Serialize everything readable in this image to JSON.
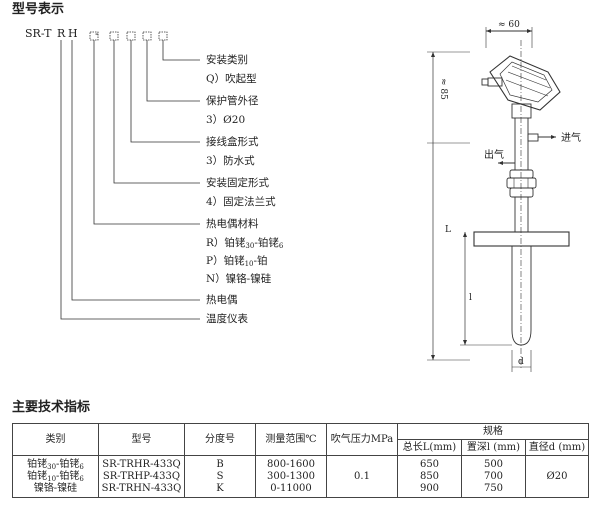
{
  "headings": {
    "model": "型号表示",
    "spec": "主要技术指标"
  },
  "code": {
    "prefix": "SR-T",
    "r": "R",
    "h": "H",
    "dash": "-"
  },
  "legend": {
    "install_type": "安装类别",
    "install_type_q": "Q）吹起型",
    "tube_od": "保护管外径",
    "tube_od_val": "3）Ø20",
    "box_form": "接线盒形式",
    "box_form_val": "3）防水式",
    "mount_form": "安装固定形式",
    "mount_form_val": "4）固定法兰式",
    "material": "热电偶材料",
    "mat_r": "R）铂铑",
    "mat_r_s1": "30",
    "mat_r_m": "-铂铑",
    "mat_r_s2": "6",
    "mat_p": "P）铂铑",
    "mat_p_s1": "10",
    "mat_p_m": "-铂",
    "mat_n": "N）镍铬-镍硅",
    "thermocouple": "热电偶",
    "instrument": "温度仪表"
  },
  "drawing": {
    "dim_width": "≈ 60",
    "dim_height": "≈ 85",
    "inlet": "进气",
    "outlet": "出气",
    "len_L": "L",
    "len_l": "l",
    "dia_d": "d"
  },
  "table": {
    "headers": {
      "category": "类别",
      "model": "型号",
      "grade": "分度号",
      "range": "测量范围℃",
      "pressure": "吹气压力MPa",
      "spec": "规格",
      "total_len": "总长L(mm)",
      "depth": "置深l (mm)",
      "diameter": "直径d (mm)"
    },
    "rows": [
      {
        "cat_a": "铂铑",
        "cat_s1": "30",
        "cat_m": "-铂铑",
        "cat_s2": "6",
        "model": "SR-TRHR-433Q",
        "grade": "B",
        "range": "800-1600",
        "total": "650",
        "depth": "500"
      },
      {
        "cat_a": "铂铑",
        "cat_s1": "10",
        "cat_m": "-铂铑",
        "cat_s2": "6",
        "model": "SR-TRHP-433Q",
        "grade": "S",
        "range": "300-1300",
        "total": "850",
        "depth": "700"
      },
      {
        "cat_a": "镍铬-镍硅",
        "cat_s1": "",
        "cat_m": "",
        "cat_s2": "",
        "model": "SR-TRHN-433Q",
        "grade": "K",
        "range": "0-11000",
        "total": "900",
        "depth": "750"
      }
    ],
    "pressure_val": "0.1",
    "diameter_val": "Ø20"
  }
}
